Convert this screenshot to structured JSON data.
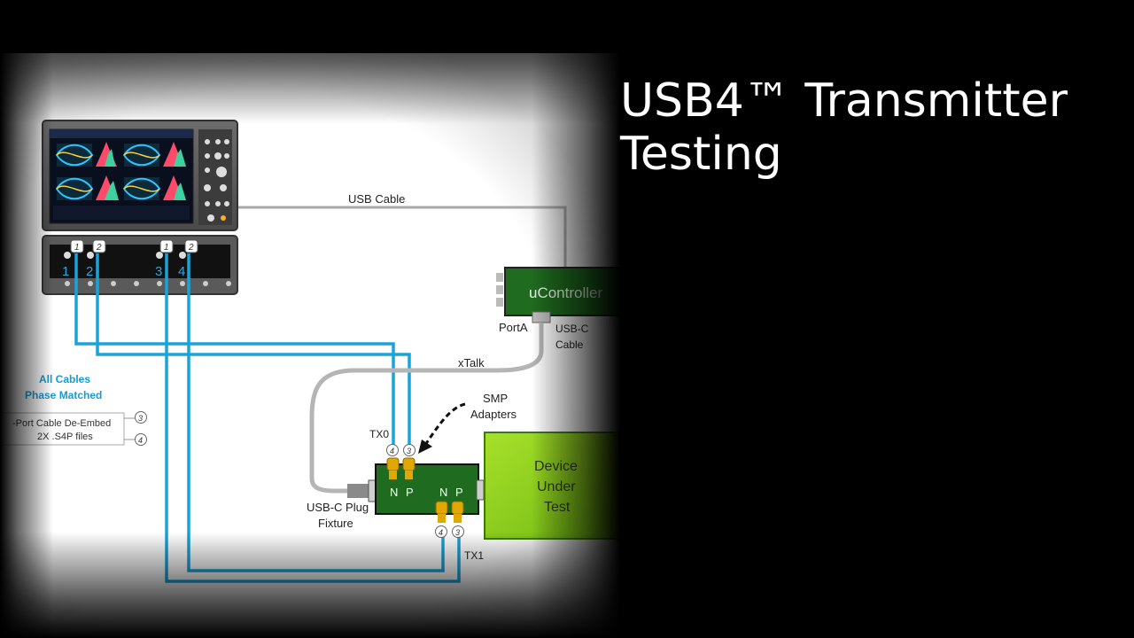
{
  "title": {
    "line1": "USB4™ Transmitter",
    "line2": "Testing"
  },
  "diagram": {
    "scope_channels": [
      "1",
      "2",
      "3",
      "4"
    ],
    "port_tags_top": [
      "1",
      "2",
      "1",
      "2"
    ],
    "usb_cable_label": "USB Cable",
    "controller_label": "uController",
    "porta_label": "PortA",
    "usbc_cable_label_line1": "USB-C",
    "usbc_cable_label_line2": "Cable",
    "xtalk_label": "xTalk",
    "smp_label_line1": "SMP",
    "smp_label_line2": "Adapters",
    "all_cables_line1": "All Cables",
    "all_cables_line2": "Phase Matched",
    "deembed_line1": "-Port Cable De-Embed",
    "deembed_line2": "2X .S4P files",
    "deembed_tags": [
      "3",
      "4"
    ],
    "tx0_label": "TX0",
    "tx1_label": "TX1",
    "fixture_tags_tx0": [
      "4",
      "3"
    ],
    "fixture_tags_tx1": [
      "4",
      "3"
    ],
    "np_left": [
      "N",
      "P"
    ],
    "np_right": [
      "N",
      "P"
    ],
    "usbc_plug_line1": "USB-C Plug",
    "usbc_plug_line2": "Fixture",
    "dut_line1": "Device",
    "dut_line2": "Under",
    "dut_line3": "Test"
  },
  "colors": {
    "background": "#000000",
    "diagram_bg": "#ffffff",
    "cable_blue": "#1aa3d9",
    "label_blue": "#1a9ad6",
    "fixture_green": "#1f6b1f",
    "dut_green": "#8fd21e",
    "connector_gold": "#e0a800",
    "grey_cable": "#b0b0b0",
    "title_text": "#ffffff"
  }
}
